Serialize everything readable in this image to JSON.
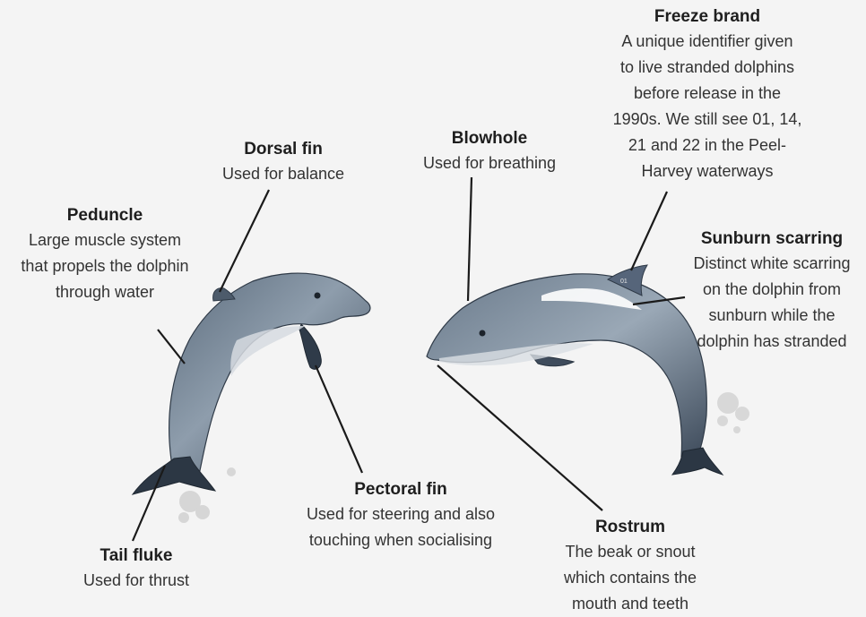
{
  "labels": {
    "freeze_brand": {
      "title": "Freeze brand",
      "desc": "A unique identifier given\nto live stranded dolphins\nbefore release in the\n1990s. We still see 01, 14,\n21 and 22 in the Peel-\nHarvey waterways"
    },
    "dorsal_fin": {
      "title": "Dorsal fin",
      "desc": "Used for balance"
    },
    "blowhole": {
      "title": "Blowhole",
      "desc": "Used for breathing"
    },
    "peduncle": {
      "title": "Peduncle",
      "desc": "Large muscle system\nthat propels the dolphin\nthrough water"
    },
    "sunburn_scarring": {
      "title": "Sunburn scarring",
      "desc": "Distinct white scarring\non the dolphin from\nsunburn while the\ndolphin has stranded"
    },
    "pectoral_fin": {
      "title": "Pectoral fin",
      "desc": "Used for steering and also\ntouching when socialising"
    },
    "rostrum": {
      "title": "Rostrum",
      "desc": "The beak or snout\nwhich contains the\nmouth and teeth"
    },
    "tail_fluke": {
      "title": "Tail fluke",
      "desc": "Used for thrust"
    }
  },
  "brand_numbers": "01",
  "colors": {
    "background": "#f4f4f4",
    "dolphin_body": "#8d9cab",
    "dolphin_dark": "#3b4858",
    "dolphin_belly": "#d7dce2",
    "scar": "#ffffff",
    "leader_line": "#1a1a1a"
  }
}
